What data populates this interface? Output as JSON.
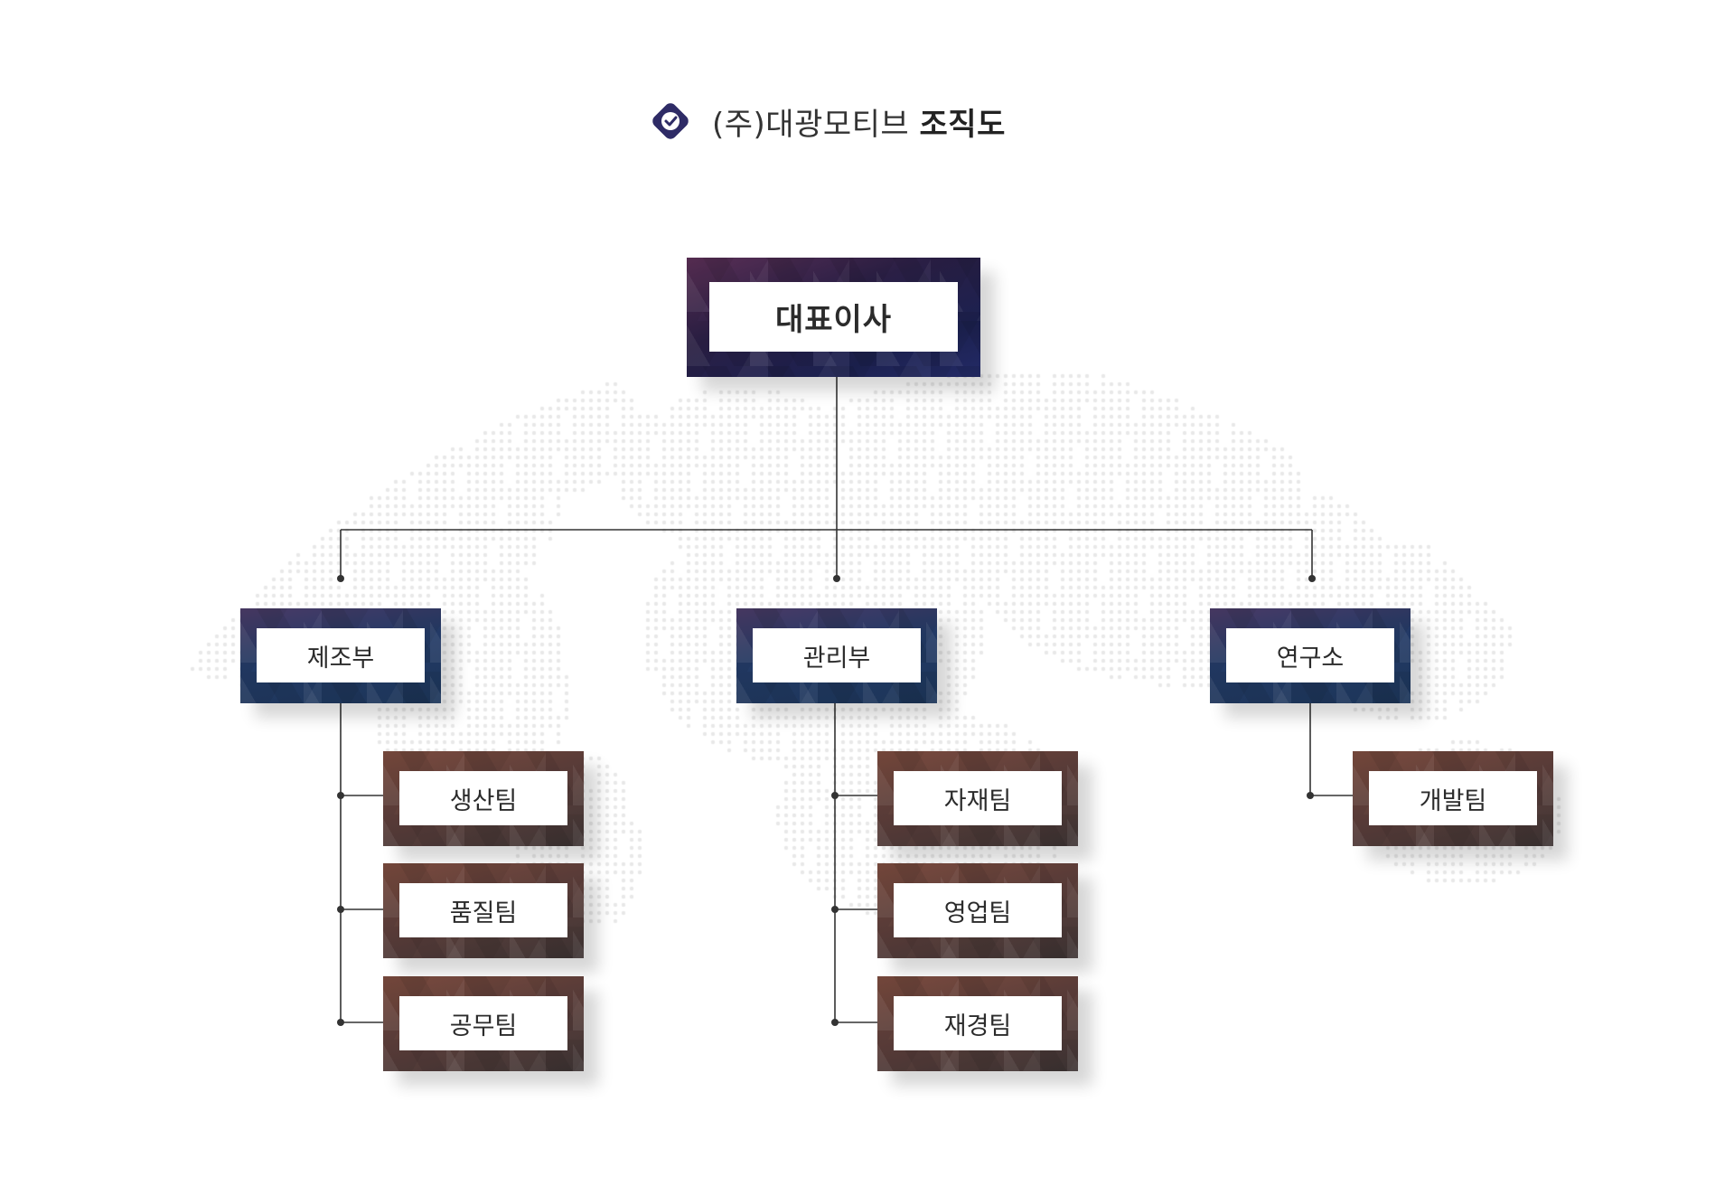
{
  "title": {
    "prefix": "(주)대광모티브",
    "suffix": "조직도"
  },
  "ceo": {
    "label": "대표이사"
  },
  "departments": [
    {
      "label": "제조부",
      "teams": [
        "생산팀",
        "품질팀",
        "공무팀"
      ]
    },
    {
      "label": "관리부",
      "teams": [
        "자재팀",
        "영업팀",
        "재경팀"
      ]
    },
    {
      "label": "연구소",
      "teams": [
        "개발팀"
      ]
    }
  ],
  "colors": {
    "ceo_frame": "#241f4f",
    "dept_frame": "#1f3a63",
    "team_frame": "#5a3d3a",
    "connector": "#333333",
    "icon": "#2e2b66"
  },
  "icons": {
    "title": "check-diamond-icon"
  }
}
